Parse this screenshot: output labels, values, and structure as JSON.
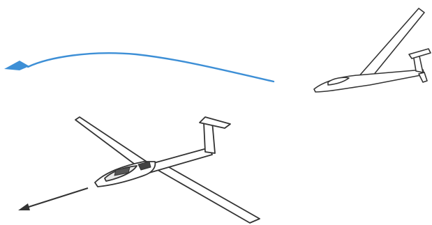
{
  "figure": {
    "background": "#ffffff",
    "line_color": "#333333",
    "trajectory_color": "#3d8fd6",
    "elements": [
      {
        "name": "glider-near",
        "icon": "glider-icon",
        "direction": "down-left"
      },
      {
        "name": "glider-far",
        "icon": "glider-icon",
        "direction": "left"
      },
      {
        "name": "flight-path",
        "icon": "curved-arrow-icon",
        "direction": "left"
      },
      {
        "name": "direction-arrow",
        "icon": "arrow-icon",
        "direction": "down-left"
      }
    ]
  }
}
